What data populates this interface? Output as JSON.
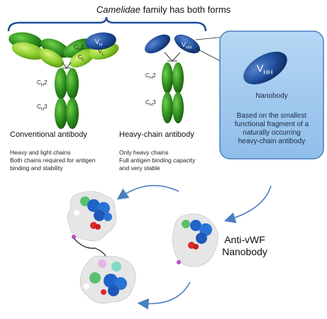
{
  "title": {
    "italic": "Camelidae",
    "rest": " family has both forms"
  },
  "conventional": {
    "heading": "Conventional antibody",
    "desc_line1": "Heavy and light chains",
    "desc_line2": "Both chains required for antigen",
    "desc_line3": "binding and stability",
    "vh_label": "V",
    "vh_sub": "H",
    "vl_label": "V",
    "vl_sub": "L",
    "ch1_label": "C",
    "ch1_sub": "H",
    "ch1_num": "1",
    "cl_label": "C",
    "cl_sub": "L",
    "ch2_label": "C",
    "ch2_sub": "H",
    "ch2_num": "2",
    "ch3_label": "C",
    "ch3_sub": "H",
    "ch3_num": "3"
  },
  "heavy_chain": {
    "heading": "Heavy-chain antibody",
    "desc_line1": "Only heavy chains",
    "desc_line2": "Full antigen binding capacity",
    "desc_line3": "and very stable",
    "vhh_label": "V",
    "vhh_sub": "HH",
    "ch2_label": "C",
    "ch2_sub": "H",
    "ch2_num": "2",
    "ch3_label": "C",
    "ch3_sub": "H",
    "ch3_num": "3"
  },
  "nanobody_panel": {
    "vhh_label": "V",
    "vhh_sub": "HH",
    "name": "Nanobody",
    "desc_line1": "Based on the smallest",
    "desc_line2": "functional fragment of a",
    "desc_line3": "naturally occurring",
    "desc_line4": "heavy-chain antibody"
  },
  "bottom": {
    "label_line1": "Anti-vWF",
    "label_line2": "Nanobody"
  },
  "colors": {
    "blue_domain": "#1f4e9b",
    "dark_green": "#2f8f1f",
    "light_green": "#8dcf2e",
    "panel_bg": "#9cc7ee",
    "panel_border": "#4a7fbf",
    "arrow_blue": "#4a7fbf"
  }
}
